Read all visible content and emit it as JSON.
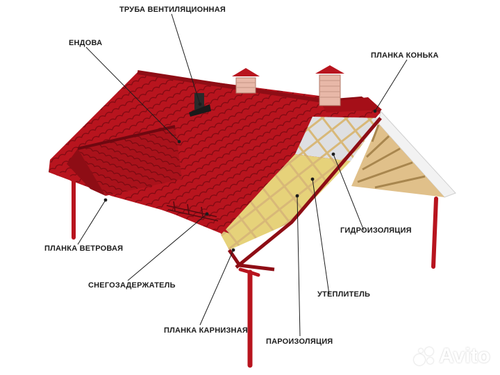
{
  "labels": {
    "vent_pipe": "ТРУБА ВЕНТИЛЯЦИОННАЯ",
    "valley": "ЕНДОВА",
    "ridge_strip": "ПЛАНКА КОНЬКА",
    "waterproofing": "ГИДРОИЗОЛЯЦИЯ",
    "wind_strip": "ПЛАНКА ВЕТРОВАЯ",
    "insulation": "УТЕПЛИТЕЛЬ",
    "snow_guard": "СНЕГОЗАДЕРЖАТЕЛЬ",
    "eave_strip": "ПЛАНКА КАРНИЗНАЯ",
    "vapor_barrier": "ПАРОИЗОЛЯЦИЯ"
  },
  "watermark": {
    "text": "Avito"
  },
  "colors": {
    "roof": "#b8141e",
    "roof_dark": "#8e0d15",
    "brick": "#e8b8a8",
    "insulation": "#e6d27a",
    "batten": "#d8b878",
    "leader": "#1c1c1c",
    "gable": "#f2f2f2"
  }
}
